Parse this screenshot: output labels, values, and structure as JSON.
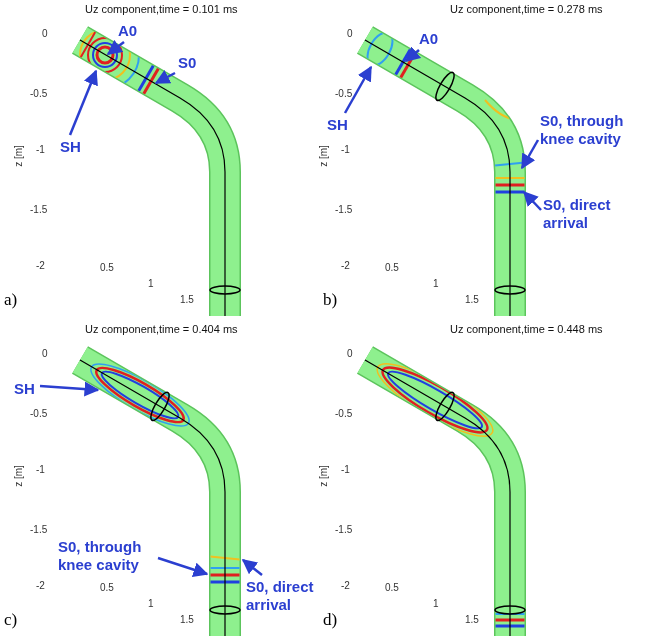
{
  "diagram": {
    "labels": [
      "Uz component,time = 0.101 ms",
      "0",
      "-0.5",
      "-1",
      "-1.5",
      "-2",
      "z [m]",
      "0.5",
      "1",
      "1.5",
      "A0",
      "S0",
      "SH",
      "a)",
      "Uz component,time = 0.278 ms",
      "0",
      "-0.5",
      "-1",
      "-1.5",
      "-2",
      "z [m]",
      "0.5",
      "1",
      "1.5",
      "SH",
      "A0",
      "S0, through knee cavity",
      "S0, direct arrival",
      "b)",
      "Uz component,time = 0.404 ms",
      "0",
      "-0.5",
      "-1",
      "-1.5",
      "-2",
      "z [m]",
      "0.5",
      "1",
      "1.5",
      "SH",
      "S0, through knee cavity",
      "S0, direct arrival",
      "c)",
      "Uz component,time = 0.448 ms",
      "0",
      "-0.5",
      "-1",
      "-1.5",
      "-2",
      "z [m]",
      "0.5",
      "1",
      "1.5",
      "d)"
    ]
  }
}
